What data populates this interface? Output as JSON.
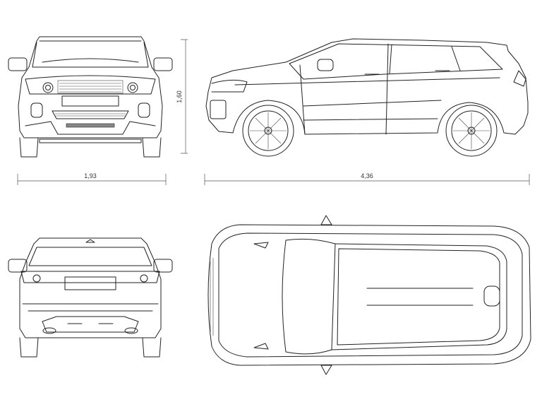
{
  "dimensions": {
    "width": "1,93",
    "length": "4,36",
    "height": "1,60"
  },
  "views": [
    "front",
    "side",
    "rear",
    "top"
  ],
  "colors": {
    "line": "#222222",
    "background": "#ffffff"
  }
}
